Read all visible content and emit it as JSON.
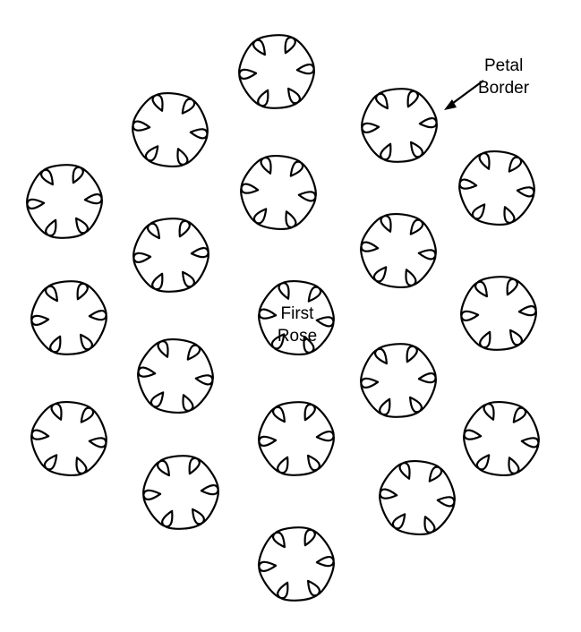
{
  "diagram": {
    "center_label": {
      "line1": "First",
      "line2": "Rose"
    },
    "border_label": {
      "line1": "Petal",
      "line2": "Border"
    },
    "rose_count": 19,
    "petals_per_rose": 6,
    "colors": {
      "stroke": "#000000",
      "fill": "#ffffff",
      "background": "#ffffff"
    }
  }
}
